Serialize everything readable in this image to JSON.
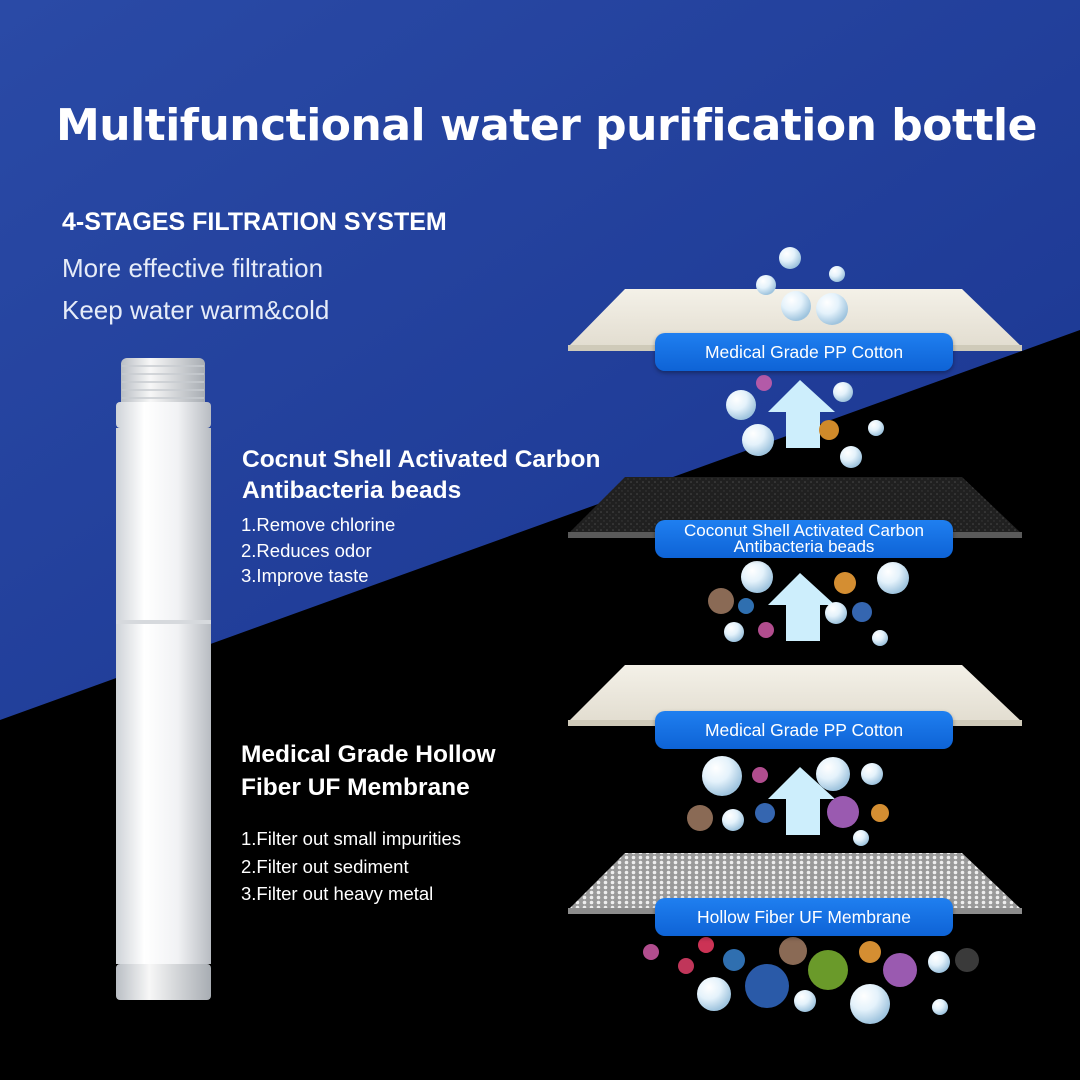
{
  "title": "Multifunctional water purification bottle",
  "subheading": "4-STAGES FILTRATION SYSTEM",
  "taglines": [
    "More effective filtration",
    "Keep water warm&cold"
  ],
  "features": [
    {
      "title_lines": [
        "Cocnut Shell Activated Carbon",
        "Antibacteria beads"
      ],
      "items": [
        "1.Remove chlorine",
        "2.Reduces odor",
        "3.Improve taste"
      ]
    },
    {
      "title_lines": [
        "Medical Grade Hollow",
        "Fiber UF Membrane"
      ],
      "items": [
        "1.Filter out small impurities",
        "2.Filter out sediment",
        "3.Filter out heavy metal"
      ]
    }
  ],
  "layers": [
    {
      "label": "Medical Grade PP Cotton"
    },
    {
      "label_lines": [
        "Coconut Shell Activated Carbon",
        "Antibacteria beads"
      ]
    },
    {
      "label": "Medical Grade PP Cotton"
    },
    {
      "label": "Hollow Fiber UF Membrane"
    }
  ],
  "colors": {
    "blue_bg": "#23409a",
    "black_bg": "#000000",
    "pill_blue": "#1473e6",
    "arrow": "#cdeefc"
  }
}
